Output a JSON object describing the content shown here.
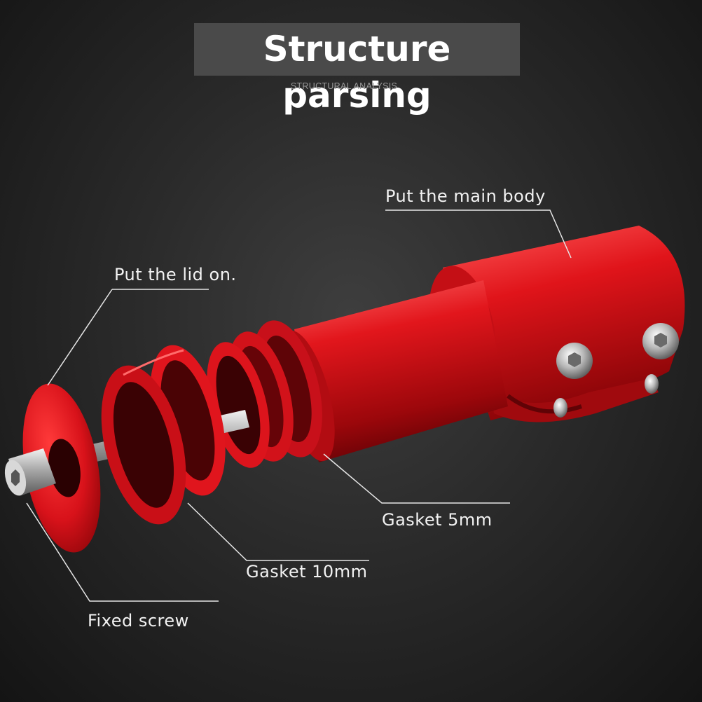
{
  "header": {
    "title": "Structure parsing",
    "subtitle": "STRUCTURAL ANALYSIS"
  },
  "labels": {
    "main_body": "Put the main body",
    "lid": "Put the lid on.",
    "gasket_5": "Gasket 5mm",
    "gasket_10": "Gasket 10mm",
    "screw": "Fixed screw"
  },
  "colors": {
    "part_red": "#d8141a",
    "background": "#2a2a2a",
    "title_box": "#4a4a4a",
    "text": "#f2f2f2"
  }
}
